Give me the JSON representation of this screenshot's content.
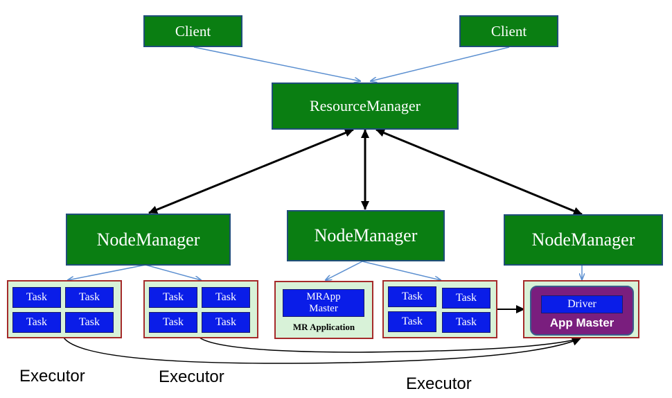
{
  "clients": [
    "Client",
    "Client"
  ],
  "resource_manager": "ResourceManager",
  "node_managers": [
    "NodeManager",
    "NodeManager",
    "NodeManager"
  ],
  "task_label": "Task",
  "mr_app_master": [
    "MRApp",
    "Master"
  ],
  "mr_application": "MR Application",
  "driver": "Driver",
  "app_master": "App Master",
  "executors": [
    "Executor",
    "Executor",
    "Executor"
  ],
  "colors": {
    "node_green": "#0a7e12",
    "task_blue": "#0a1de8",
    "executor_bg": "#d8f2d8",
    "executor_border": "#a52a2a",
    "app_master_purple": "#7a1e7e",
    "light_arrow": "#5b8fd0"
  }
}
